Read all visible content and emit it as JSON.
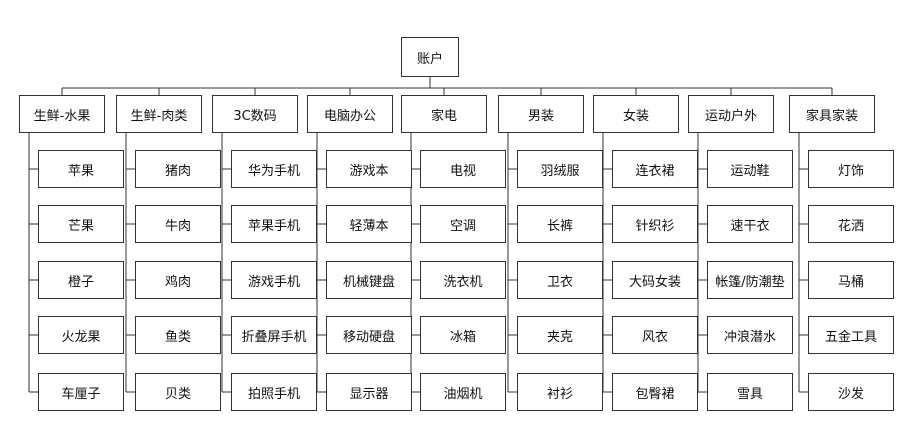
{
  "root": {
    "label": "账户"
  },
  "categories": [
    {
      "label": "生鲜-水果",
      "items": [
        "苹果",
        "芒果",
        "橙子",
        "火龙果",
        "车厘子"
      ]
    },
    {
      "label": "生鲜-肉类",
      "items": [
        "猪肉",
        "牛肉",
        "鸡肉",
        "鱼类",
        "贝类"
      ]
    },
    {
      "label": "3C数码",
      "items": [
        "华为手机",
        "苹果手机",
        "游戏手机",
        "折叠屏手机",
        "拍照手机"
      ]
    },
    {
      "label": "电脑办公",
      "items": [
        "游戏本",
        "轻薄本",
        "机械键盘",
        "移动硬盘",
        "显示器"
      ]
    },
    {
      "label": "家电",
      "items": [
        "电视",
        "空调",
        "洗衣机",
        "冰箱",
        "油烟机"
      ]
    },
    {
      "label": "男装",
      "items": [
        "羽绒服",
        "长裤",
        "卫衣",
        "夹克",
        "衬衫"
      ]
    },
    {
      "label": "女装",
      "items": [
        "连衣裙",
        "针织衫",
        "大码女装",
        "风衣",
        "包臀裙"
      ]
    },
    {
      "label": "运动户外",
      "items": [
        "运动鞋",
        "速干衣",
        "帐篷/防潮垫",
        "冲浪潜水",
        "雪具"
      ]
    },
    {
      "label": "家具家装",
      "items": [
        "灯饰",
        "花洒",
        "马桶",
        "五金工具",
        "沙发"
      ]
    }
  ]
}
